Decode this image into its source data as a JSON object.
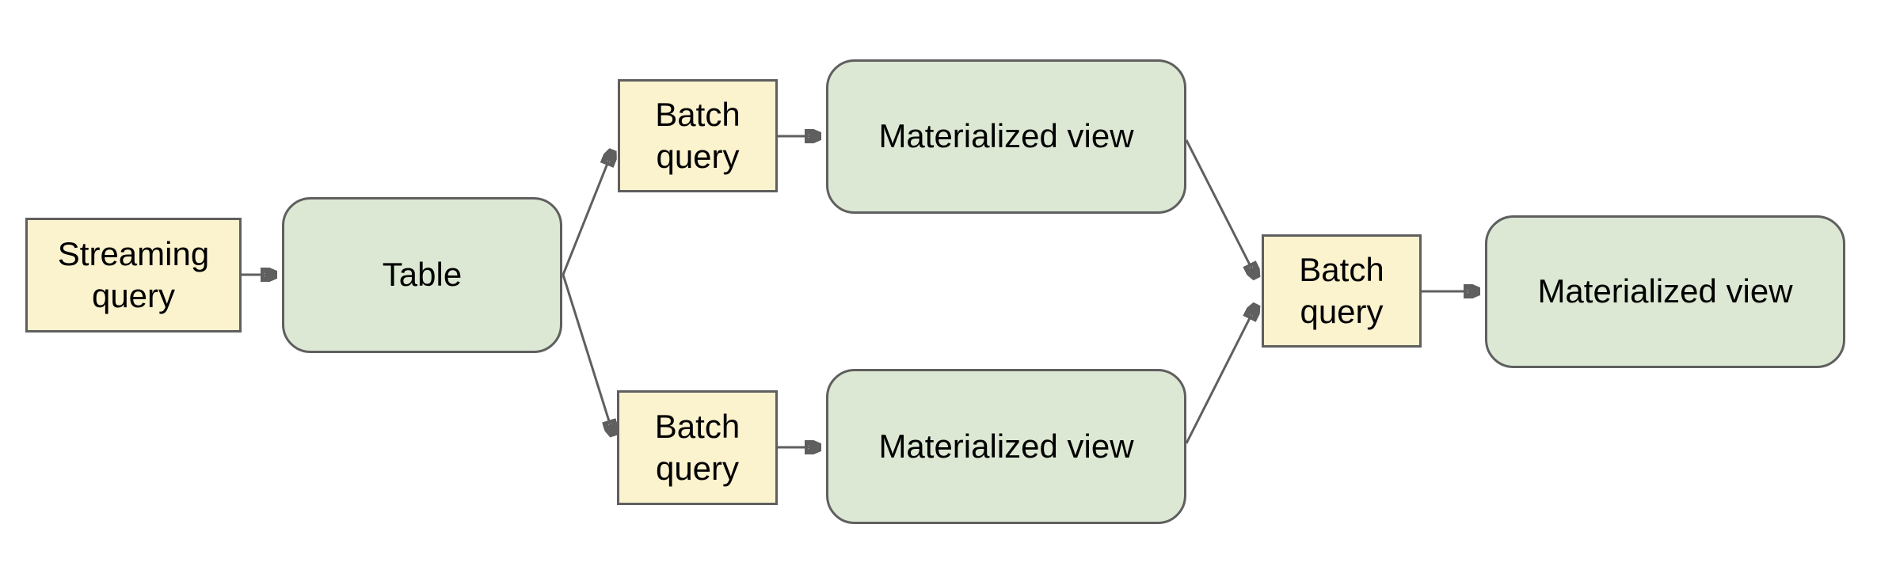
{
  "diagram": {
    "title": "",
    "colors": {
      "canvas_bg": "#ffffff",
      "process_fill": "#fbf2ce",
      "datastore_fill": "#dce8d3",
      "border": "#5f5f5f",
      "arrow": "#5f5f5f",
      "text": "#000000"
    },
    "nodes": [
      {
        "id": "streaming-query",
        "label": "Streaming query",
        "shape": "rect",
        "role": "query"
      },
      {
        "id": "table",
        "label": "Table",
        "shape": "rounded",
        "role": "datastore"
      },
      {
        "id": "batch-query-top",
        "label": "Batch query",
        "shape": "rect",
        "role": "query"
      },
      {
        "id": "materialized-view-top",
        "label": "Materialized view",
        "shape": "rounded",
        "role": "datastore"
      },
      {
        "id": "batch-query-bottom",
        "label": "Batch query",
        "shape": "rect",
        "role": "query"
      },
      {
        "id": "materialized-view-bottom",
        "label": "Materialized view",
        "shape": "rounded",
        "role": "datastore"
      },
      {
        "id": "batch-query-right",
        "label": "Batch query",
        "shape": "rect",
        "role": "query"
      },
      {
        "id": "materialized-view-right",
        "label": "Materialized view",
        "shape": "rounded",
        "role": "datastore"
      }
    ],
    "edges": [
      {
        "from": "streaming-query",
        "to": "table"
      },
      {
        "from": "table",
        "to": "batch-query-top"
      },
      {
        "from": "table",
        "to": "batch-query-bottom"
      },
      {
        "from": "batch-query-top",
        "to": "materialized-view-top"
      },
      {
        "from": "batch-query-bottom",
        "to": "materialized-view-bottom"
      },
      {
        "from": "materialized-view-top",
        "to": "batch-query-right"
      },
      {
        "from": "materialized-view-bottom",
        "to": "batch-query-right"
      },
      {
        "from": "batch-query-right",
        "to": "materialized-view-right"
      }
    ]
  }
}
